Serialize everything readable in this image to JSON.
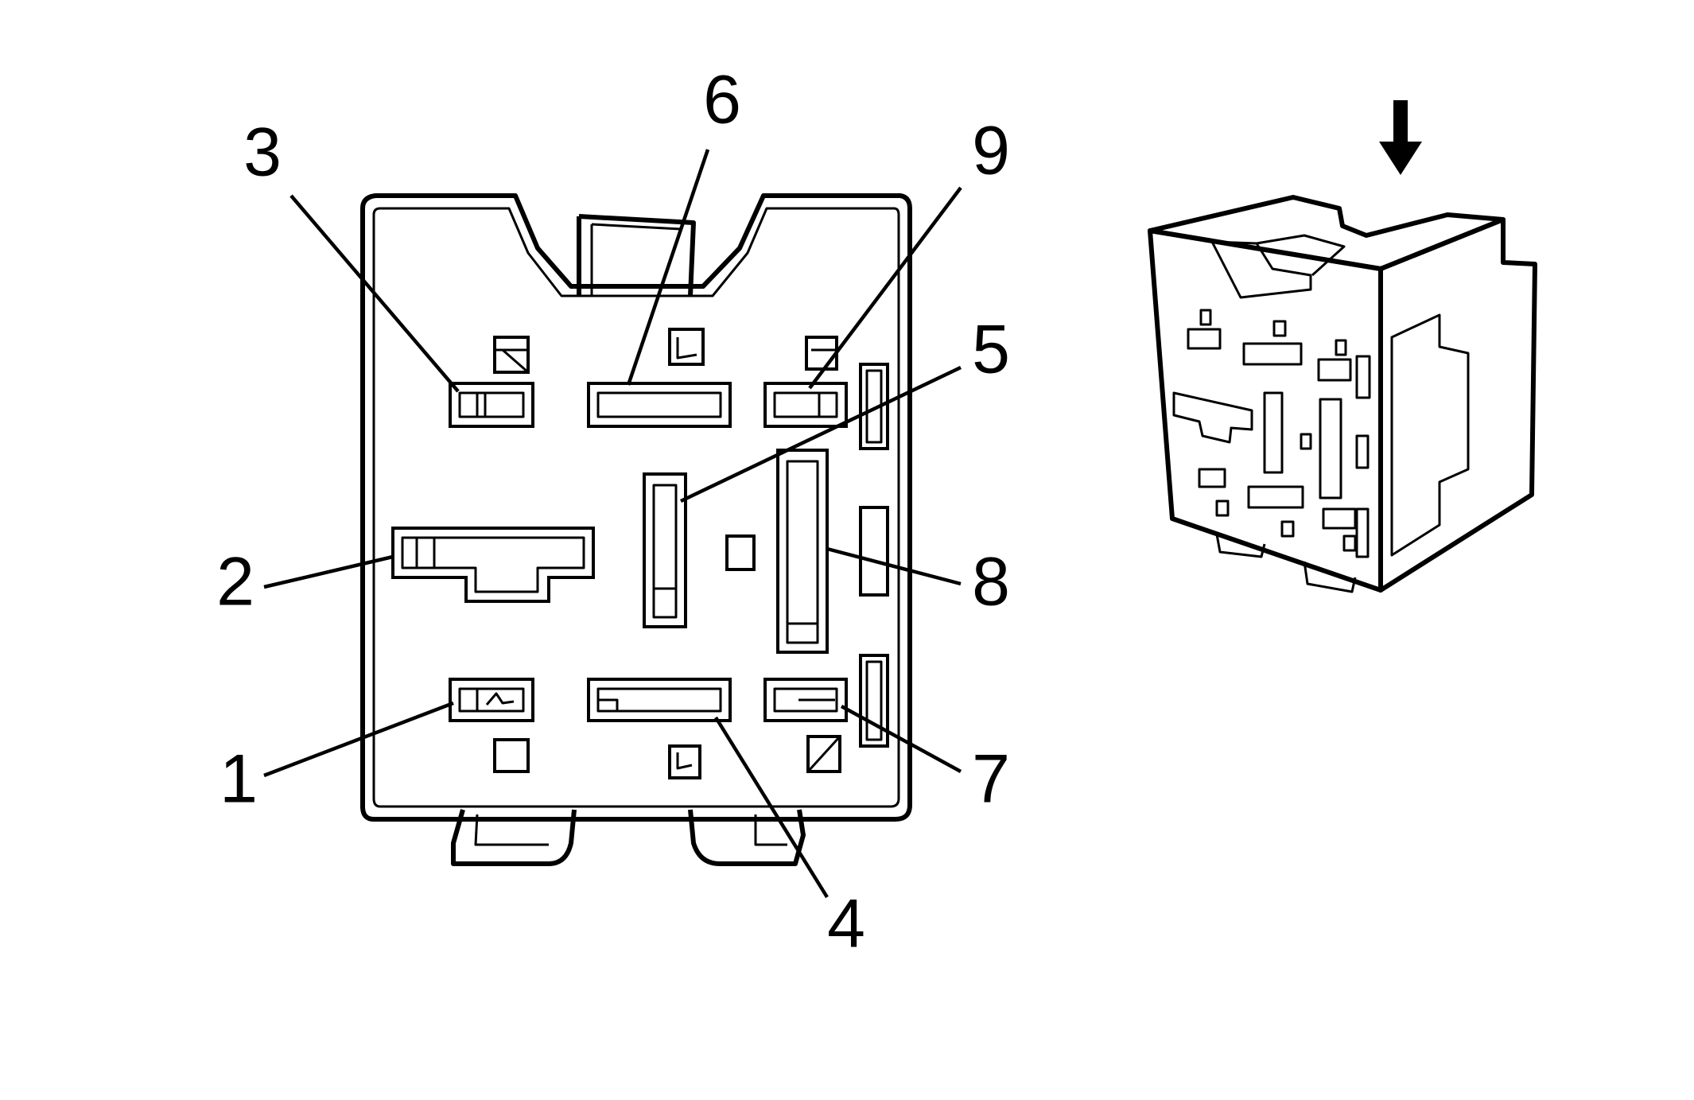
{
  "diagram": {
    "pins": [
      {
        "id": "pin-1",
        "label": "1"
      },
      {
        "id": "pin-2",
        "label": "2"
      },
      {
        "id": "pin-3",
        "label": "3"
      },
      {
        "id": "pin-4",
        "label": "4"
      },
      {
        "id": "pin-5",
        "label": "5"
      },
      {
        "id": "pin-6",
        "label": "6"
      },
      {
        "id": "pin-7",
        "label": "7"
      },
      {
        "id": "pin-8",
        "label": "8"
      },
      {
        "id": "pin-9",
        "label": "9"
      }
    ],
    "view_indicator": "down-arrow-icon"
  }
}
